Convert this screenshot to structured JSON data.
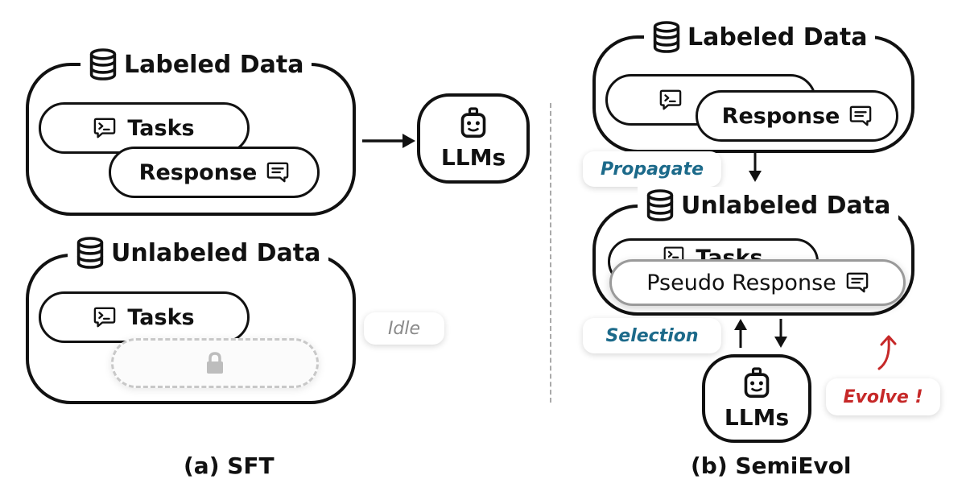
{
  "sft": {
    "labeled_title": "Labeled Data",
    "tasks": "Tasks",
    "response": "Response",
    "llm": "LLMs",
    "unlabeled_title": "Unlabeled Data",
    "unl_tasks": "Tasks",
    "idle": "Idle",
    "caption": "(a) SFT"
  },
  "semievol": {
    "labeled_title": "Labeled Data",
    "response": "Response",
    "propagate": "Propagate",
    "unlabeled_title": "Unlabeled Data",
    "tasks_partial": "Tasks",
    "pseudo_response": "Pseudo Response",
    "selection": "Selection",
    "llm": "LLMs",
    "evolve": "Evolve !",
    "caption": "(b) SemiEvol"
  },
  "colors": {
    "propagate": "#1c6a8a",
    "selection": "#1c6a8a",
    "evolve": "#c62828",
    "idle": "#8a8a8a"
  },
  "icons": [
    "database-icon",
    "terminal-chat-icon",
    "message-icon",
    "robot-icon",
    "lock-icon",
    "arrow-right-icon",
    "arrow-down-icon",
    "arrow-up-icon",
    "curved-arrow-icon"
  ]
}
